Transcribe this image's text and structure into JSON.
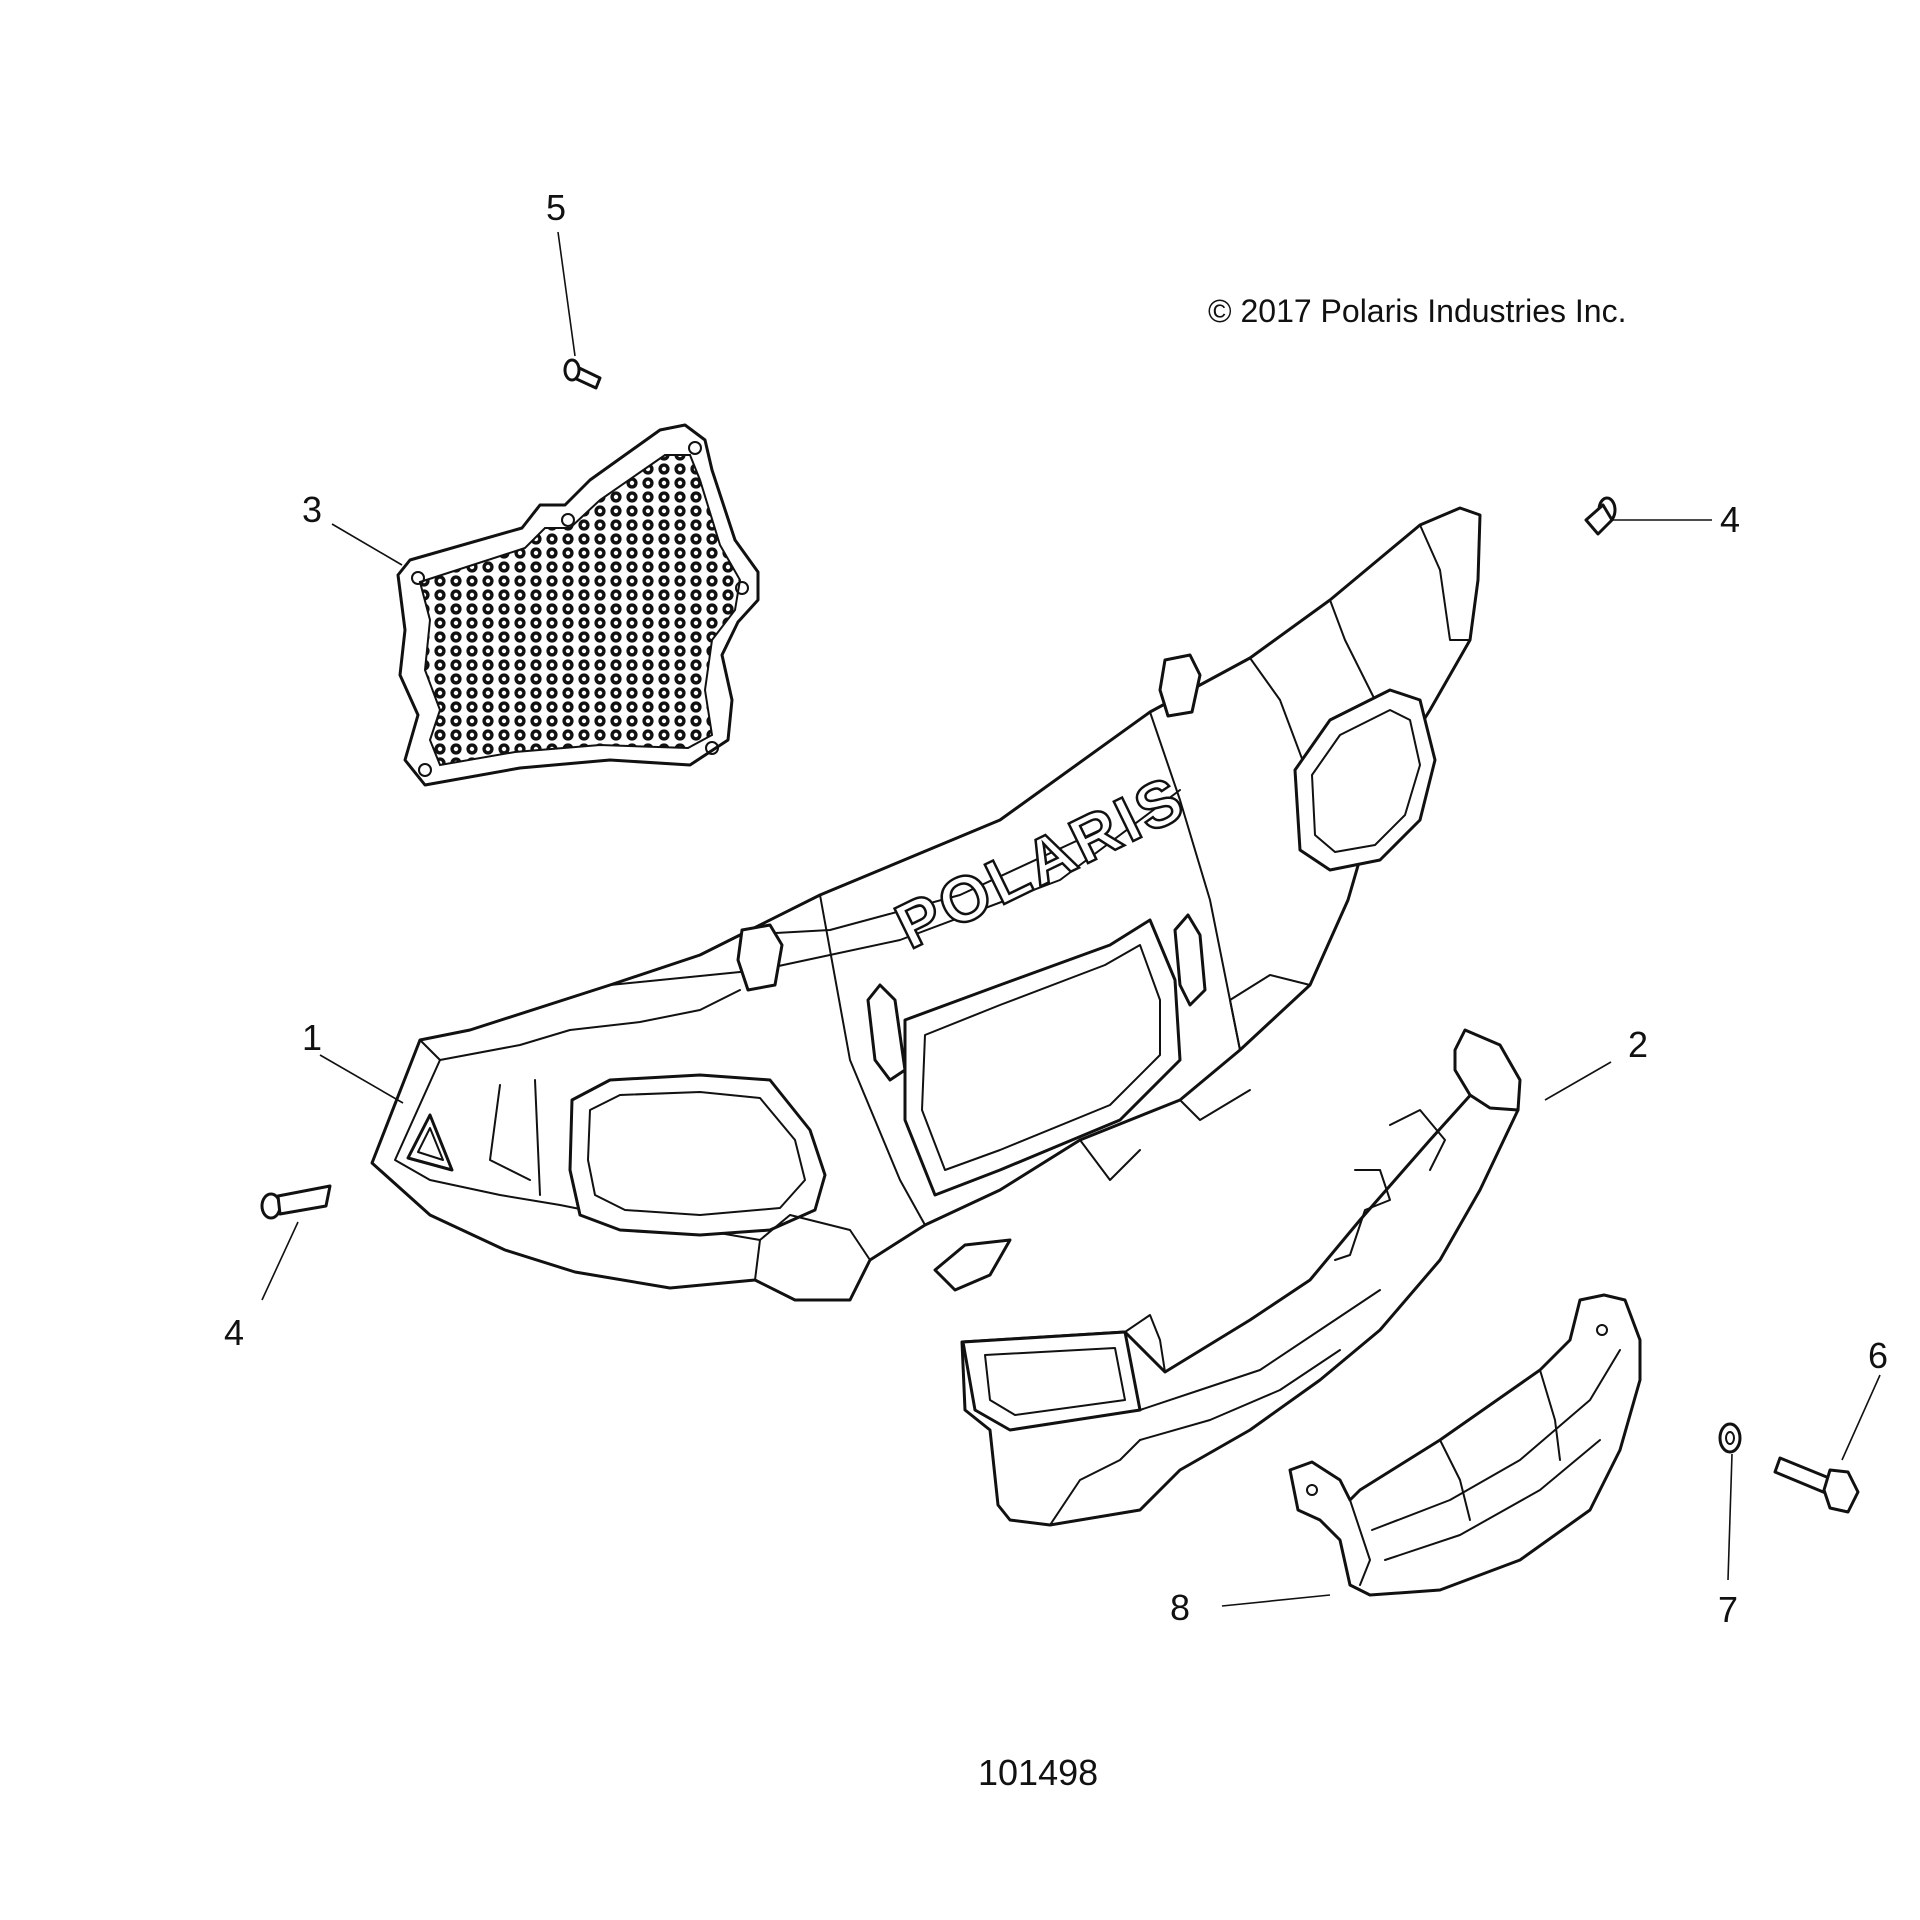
{
  "copyright": "© 2017 Polaris Industries Inc.",
  "figure_number": "101498",
  "logo_text": "POLARIS",
  "callouts": {
    "c1": "1",
    "c2": "2",
    "c3": "3",
    "c4_right": "4",
    "c4_left": "4",
    "c5": "5",
    "c6": "6",
    "c7": "7",
    "c8": "8"
  },
  "colors": {
    "line": "#111111",
    "background": "#ffffff"
  }
}
